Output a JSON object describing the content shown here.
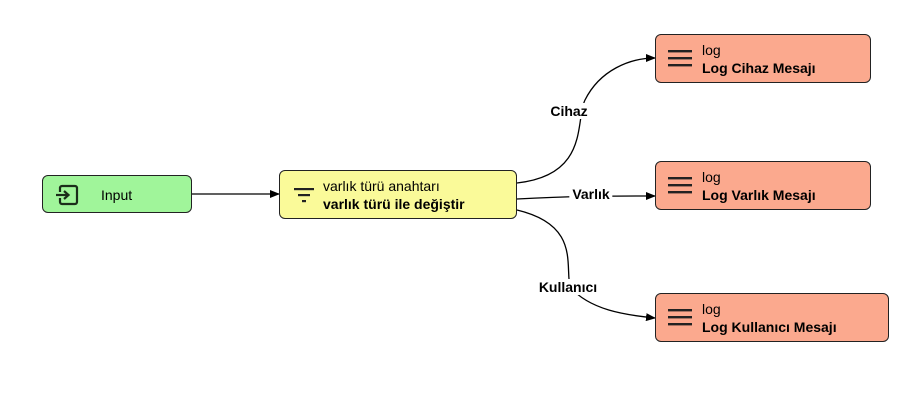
{
  "nodes": {
    "input": {
      "label": "Input"
    },
    "switch": {
      "type": "varlık türü anahtarı",
      "name": "varlık türü ile değiştir"
    },
    "logs": [
      {
        "type": "log",
        "name": "Log Cihaz Mesajı"
      },
      {
        "type": "log",
        "name": "Log Varlık Mesajı"
      },
      {
        "type": "log",
        "name": "Log Kullanıcı Mesajı"
      }
    ]
  },
  "edges": {
    "cihaz": "Cihaz",
    "varlik": "Varlık",
    "kullanici": "Kullanıcı"
  },
  "colors": {
    "input": "#a0f59a",
    "switch": "#fafa99",
    "log": "#fba98e"
  },
  "icons": {
    "input": "input-icon",
    "switch": "filter-icon",
    "log": "list-lines-icon"
  }
}
